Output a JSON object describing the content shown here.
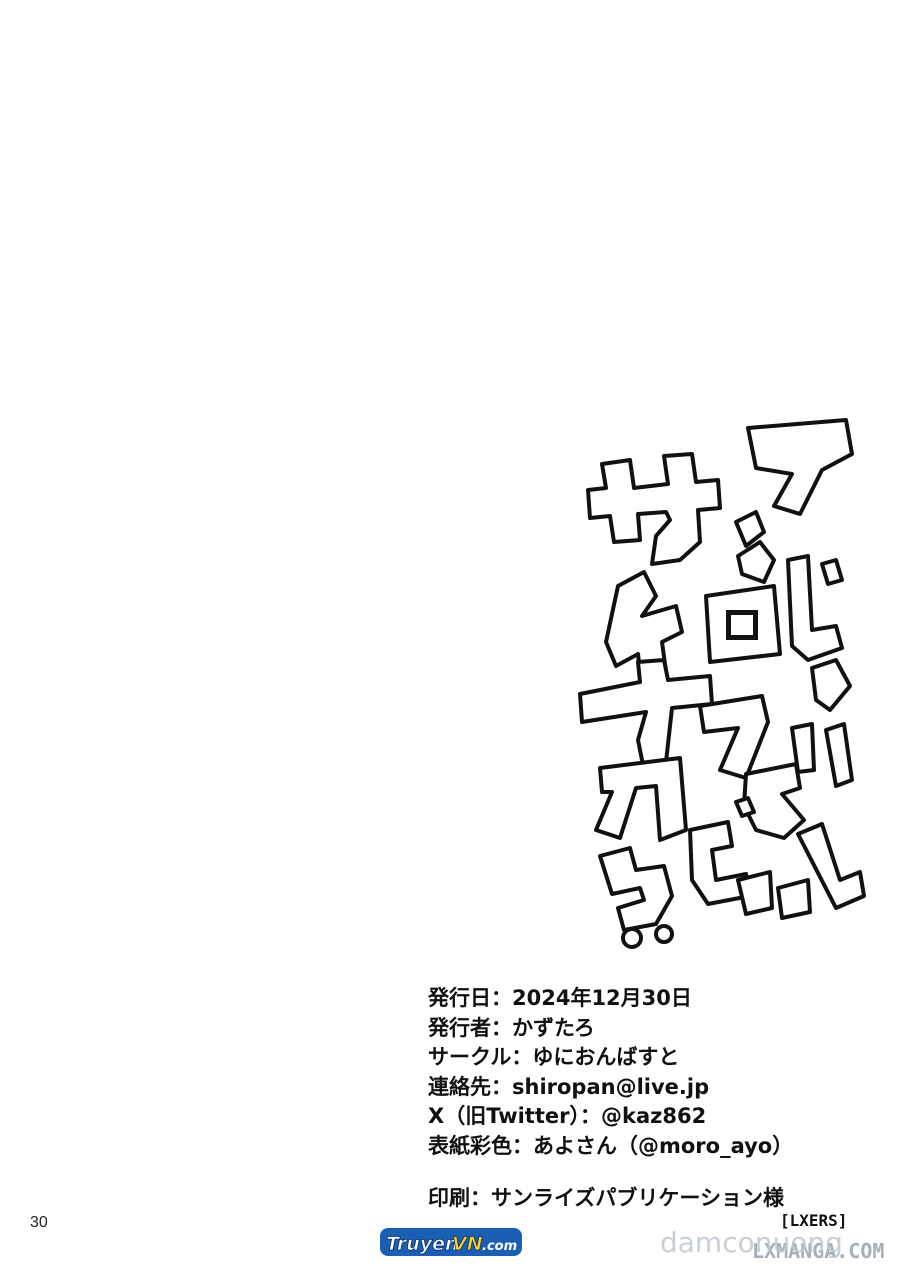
{
  "page": {
    "number": "30",
    "background": "#ffffff",
    "ink": "#111111"
  },
  "title_art": {
    "icon": "hand-lettered-title-logo",
    "text": "アサイナブロじゃないんだから!!"
  },
  "colophon": {
    "lines": [
      "発行日：2024年12月30日",
      "発行者：かずたろ",
      "サークル：ゆにおんばすと",
      "連絡先：shiropan@live.jp",
      "X（旧Twitter）：@kaz862",
      "表紙彩色：あよさん（@moro_ayo）"
    ],
    "printer": "印刷：サンライズパブリケーション様"
  },
  "watermarks": {
    "truyen": "TruyenVN.com",
    "damconuong": "damconuong",
    "lxers": "[LXERS]",
    "lxmanga": "LXMANGA.COM",
    "colors": {
      "blue": "#2a8ee6",
      "yellow": "#ffd21f",
      "gray": "#bfc7cf"
    }
  }
}
